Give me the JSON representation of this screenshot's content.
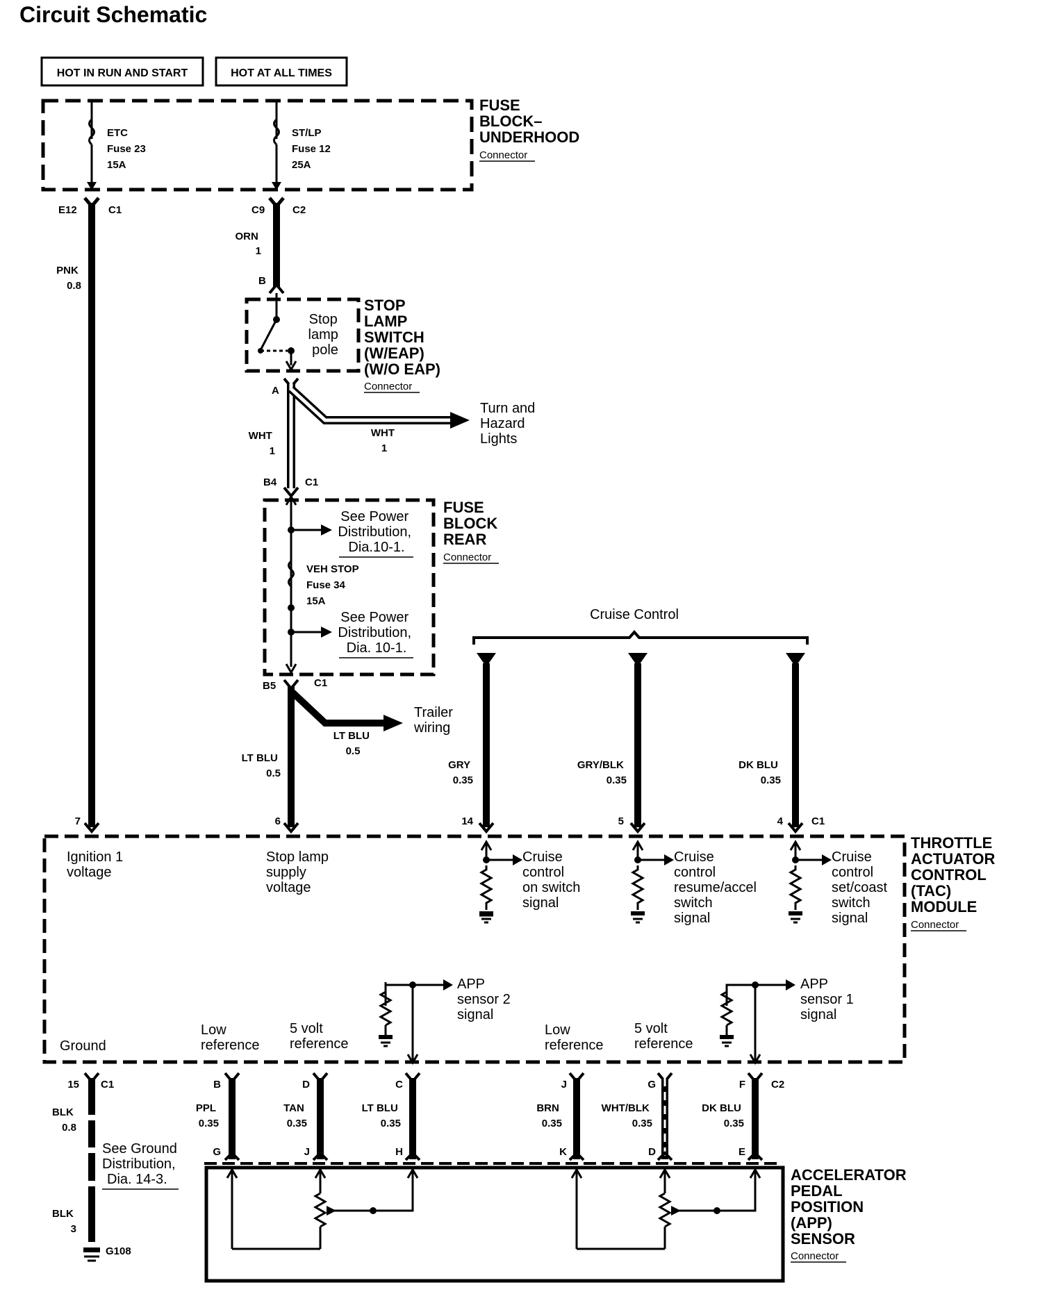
{
  "title": "Circuit Schematic",
  "power": {
    "run_start": "HOT IN RUN AND START",
    "all_times": "HOT AT ALL TIMES"
  },
  "fuse_block_underhood": {
    "title": [
      "FUSE",
      "BLOCK–",
      "UNDERHOOD"
    ],
    "connector_label": "Connector",
    "fuse1": [
      "ETC",
      "Fuse 23",
      "15A"
    ],
    "fuse2": [
      "ST/LP",
      "Fuse 12",
      "25A"
    ]
  },
  "pins": {
    "e12": "E12",
    "c1": "C1",
    "c9": "C9",
    "c2": "C2",
    "b": "B",
    "a": "A",
    "b4": "B4",
    "b5": "B5",
    "p7": "7",
    "p6": "6",
    "p14": "14",
    "p5": "5",
    "p4": "4",
    "p15": "15",
    "pB": "B",
    "pD": "D",
    "pC": "C",
    "pJ": "J",
    "pG": "G",
    "pF": "F",
    "lG": "G",
    "lJ": "J",
    "lH": "H",
    "lK": "K",
    "lD": "D",
    "lE": "E",
    "g108": "G108"
  },
  "wires": {
    "pnk": [
      "PNK",
      "0.8"
    ],
    "orn": [
      "ORN",
      "1"
    ],
    "wht1": [
      "WHT",
      "1"
    ],
    "wht2": [
      "WHT",
      "1"
    ],
    "ltblu1": [
      "LT BLU",
      "0.5"
    ],
    "ltblu2": [
      "LT BLU",
      "0.5"
    ],
    "gry": [
      "GRY",
      "0.35"
    ],
    "grybl": [
      "GRY/BLK",
      "0.35"
    ],
    "dkblu": [
      "DK BLU",
      "0.35"
    ],
    "blk1": [
      "BLK",
      "0.8"
    ],
    "blk2": [
      "BLK",
      "3"
    ],
    "ppl": [
      "PPL",
      "0.35"
    ],
    "tan": [
      "TAN",
      "0.35"
    ],
    "ltblu3": [
      "LT BLU",
      "0.35"
    ],
    "brn": [
      "BRN",
      "0.35"
    ],
    "whtblk": [
      "WHT/BLK",
      "0.35"
    ],
    "dkblu2": [
      "DK BLU",
      "0.35"
    ]
  },
  "stop_lamp_switch": {
    "title": [
      "STOP",
      "LAMP",
      "SWITCH",
      "(W/EAP)",
      "(W/O EAP)"
    ],
    "connector_label": "Connector",
    "inner": [
      "Stop",
      "lamp",
      "pole"
    ]
  },
  "turn_hazard": [
    "Turn and",
    "Hazard",
    "Lights"
  ],
  "fuse_block_rear": {
    "title": [
      "FUSE",
      "BLOCK",
      "REAR"
    ],
    "connector_label": "Connector",
    "ref1": [
      "See Power",
      "Distribution,",
      "Dia.10-1."
    ],
    "fuse": [
      "VEH STOP",
      "Fuse 34",
      "15A"
    ],
    "ref2": [
      "See Power",
      "Distribution,",
      "Dia. 10-1."
    ]
  },
  "trailer": [
    "Trailer",
    "wiring"
  ],
  "cruise_control": "Cruise Control",
  "tac_module": {
    "title": [
      "THROTTLE",
      "ACTUATOR",
      "CONTROL",
      "(TAC)",
      "MODULE"
    ],
    "connector_label": "Connector",
    "ignition": [
      "Ignition 1",
      "voltage"
    ],
    "stop_supply": [
      "Stop lamp",
      "supply",
      "voltage"
    ],
    "cc_on": [
      "Cruise",
      "control",
      "on switch",
      "signal"
    ],
    "cc_resume": [
      "Cruise",
      "control",
      "resume/accel",
      "switch",
      "signal"
    ],
    "cc_set": [
      "Cruise",
      "control",
      "set/coast",
      "switch",
      "signal"
    ],
    "app2": [
      "APP",
      "sensor 2",
      "signal"
    ],
    "app1": [
      "APP",
      "sensor 1",
      "signal"
    ],
    "ground": "Ground",
    "lowref": [
      "Low",
      "reference"
    ],
    "fivev": [
      "5 volt",
      "reference"
    ]
  },
  "ground_dist": [
    "See Ground",
    "Distribution,",
    "Dia. 14-3."
  ],
  "app_sensor": {
    "title": [
      "ACCELERATOR",
      "PEDAL",
      "POSITION",
      "(APP)",
      "SENSOR"
    ],
    "connector_label": "Connector"
  }
}
